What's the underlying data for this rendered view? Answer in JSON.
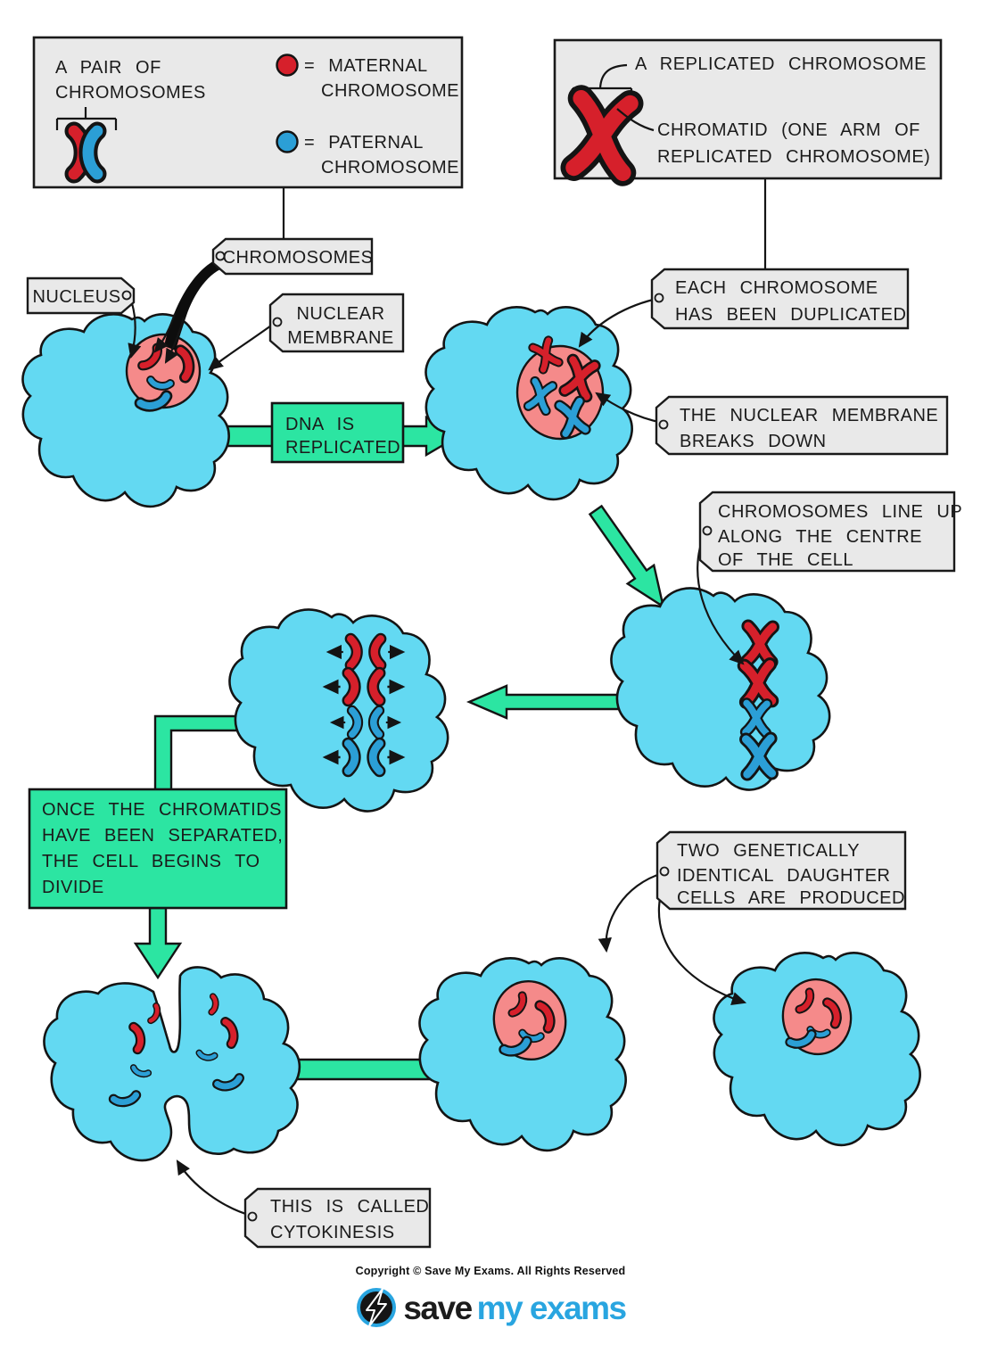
{
  "legend_box": {
    "pair_lines": [
      "A PAIR OF",
      "CHROMOSOMES"
    ],
    "maternal_lines": [
      "= MATERNAL",
      "CHROMOSOME"
    ],
    "paternal_lines": [
      "= PATERNAL",
      "CHROMOSOME"
    ],
    "maternal_color": "#d6202b",
    "paternal_color": "#2b9fd6"
  },
  "replicated_box": {
    "title": "A REPLICATED CHROMOSOME",
    "chromatid_lines": [
      "CHROMATID (ONE ARM OF",
      "REPLICATED CHROMOSOME)"
    ]
  },
  "tags": {
    "chromosomes": {
      "label": "CHROMOSOMES"
    },
    "nucleus": {
      "label": "NUCLEUS"
    },
    "nuclear_membrane": {
      "lines": [
        "NUCLEAR",
        "MEMBRANE"
      ]
    },
    "each_chromosome": {
      "lines": [
        "EACH CHROMOSOME",
        "HAS BEEN DUPLICATED"
      ]
    },
    "membrane_breaks": {
      "lines": [
        "THE NUCLEAR MEMBRANE",
        "BREAKS DOWN"
      ]
    },
    "line_up": {
      "lines": [
        "CHROMOSOMES LINE UP",
        "ALONG THE CENTRE",
        "OF THE CELL"
      ]
    },
    "daughter_cells": {
      "lines": [
        "TWO GENETICALLY",
        "IDENTICAL DAUGHTER",
        "CELLS ARE PRODUCED"
      ]
    },
    "cytokinesis": {
      "lines": [
        "THIS IS CALLED",
        "CYTOKINESIS"
      ]
    }
  },
  "flow": {
    "dna_box_lines": [
      "DNA IS",
      "REPLICATED"
    ],
    "divide_box_lines": [
      "ONCE THE CHROMATIDS",
      "HAVE BEEN SEPARATED,",
      "THE CELL BEGINS TO",
      "DIVIDE"
    ]
  },
  "footer": {
    "copyright": "Copyright © Save My Exams. All Rights Reserved",
    "logo_save": "save",
    "logo_myexams": "my exams"
  },
  "colors": {
    "cell_cytoplasm": "#63d9f2",
    "nucleus_pink": "#f58a8a",
    "maternal_red": "#d6202b",
    "paternal_blue": "#2b9fd6",
    "flow_green": "#2ce5a2",
    "tag_grey": "#e9e9e9",
    "brand_blue": "#29a5e0"
  }
}
